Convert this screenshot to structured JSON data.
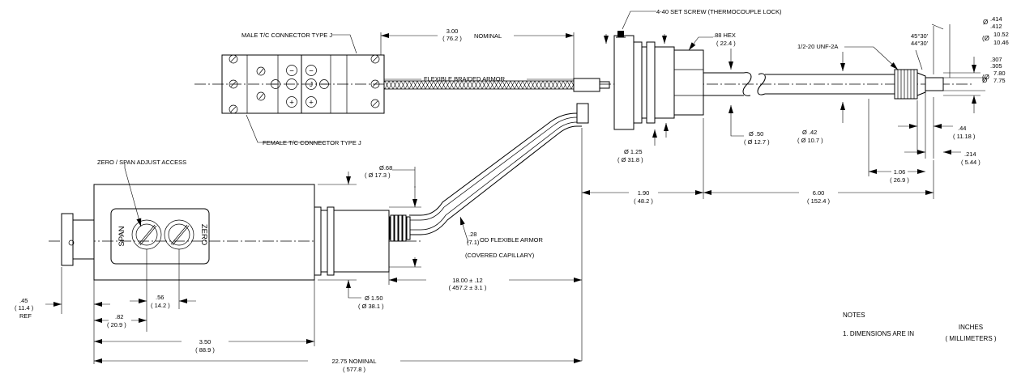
{
  "labels": {
    "set_screw": "4-40 SET SCREW (THERMOCOUPLE LOCK)",
    "male_connector": "MALE T/C CONNECTOR TYPE J",
    "female_connector": "FEMALE T/C CONNECTOR TYPE J",
    "flexible_braided_armor": "FLEXIBLE BRAIDED ARMOR",
    "zero_span_access": "ZERO / SPAN ADJUST ACCESS",
    "span": "SPAN",
    "zero": "ZERO",
    "od_flexible_armor": "OD FLEXIBLE ARMOR",
    "covered_capillary": "(COVERED CAPILLARY)",
    "thread": "1/2-20 UNF-2A",
    "nominal_word": "NOMINAL"
  },
  "connector_symbols": {
    "minus": "−",
    "plus": "+",
    "j": "J"
  },
  "dimensions": {
    "d300_in": "3.00",
    "d300_mm": "( 76.2 )",
    "hex_in": ".88 HEX",
    "hex_mm": "( 22.4 )",
    "chamfer_1": "45°30'",
    "chamfer_2": "44°30'",
    "tip_od_prefix": "Ø",
    "tip_od_in_top": ".414",
    "tip_od_in_bot": ".412",
    "tip_od_mm_top": "10.52",
    "tip_od_mm_bot": "10.46",
    "tip_id_prefix": "Ø",
    "tip_id_in_top": ".307",
    "tip_id_in_bot": ".305",
    "tip_id_mm_top": "7.80",
    "tip_id_mm_bot": "7.75",
    "d125_in": "Ø 1.25",
    "d125_mm": "( Ø 31.8 )",
    "d050_in": "Ø .50",
    "d050_mm": "( Ø 12.7 )",
    "d042_in": "Ø .42",
    "d042_mm": "( Ø 10.7 )",
    "d044_in": ".44",
    "d044_mm": "( 11.18 )",
    "d214_in": ".214",
    "d214_mm": "( 5.44 )",
    "d106_in": "1.06",
    "d106_mm": "( 26.9 )",
    "d190_in": "1.90",
    "d190_mm": "( 48.2 )",
    "d600_in": "6.00",
    "d600_mm": "( 152.4 )",
    "d068_in": "Ø.68",
    "d068_mm": "( Ø 17.3 )",
    "d028_in": ".28",
    "d028_mm": "(7.1)",
    "d1800_in": "18.00 ± .12",
    "d1800_mm": "( 457.2 ± 3.1 )",
    "d150_in": "Ø 1.50",
    "d150_mm": "( Ø 38.1 )",
    "d045_in": ".45",
    "d045_mm": "( 11.4 )",
    "d045_ref": "REF",
    "d082_in": ".82",
    "d082_mm": "( 20.9 )",
    "d056_in": ".56",
    "d056_mm": "( 14.2 )",
    "d350_in": "3.50",
    "d350_mm": "( 88.9 )",
    "d2275_in": "22.75 NOMINAL",
    "d2275_mm": "( 577.8 )"
  },
  "notes": {
    "title": "NOTES",
    "note1": "1. DIMENSIONS ARE IN",
    "unit_top": "INCHES",
    "unit_bottom": "( MILLIMETERS )"
  }
}
